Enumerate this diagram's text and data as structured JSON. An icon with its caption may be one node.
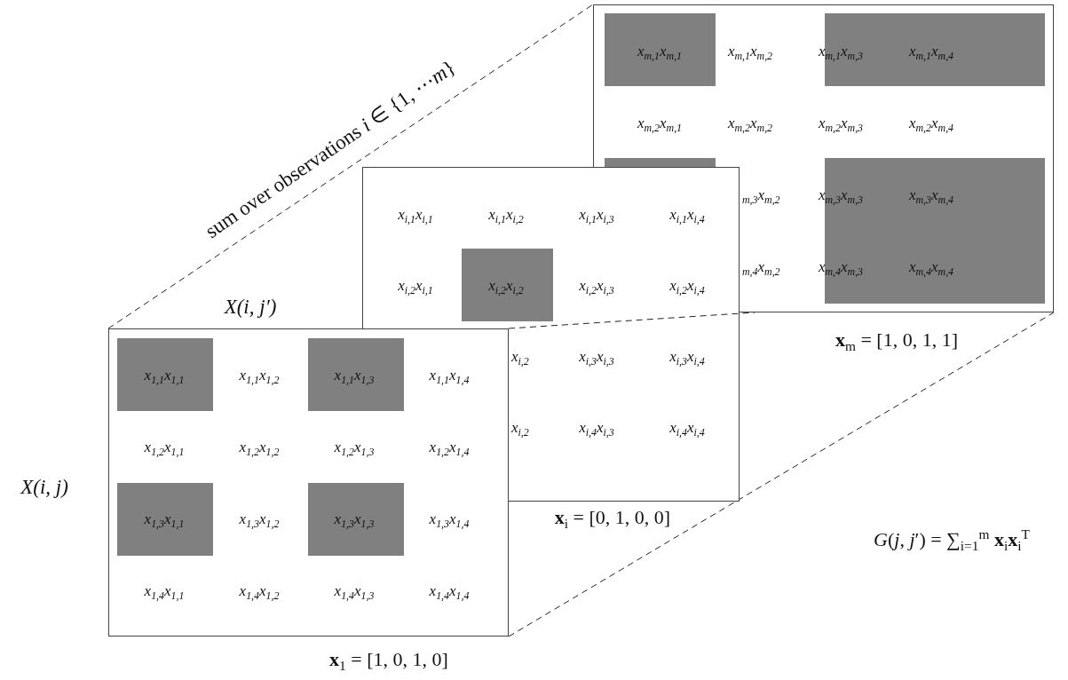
{
  "diagram": {
    "nodes": [
      {
        "text": [
          "**x**$_{m}$ = [1, 0, 1, 1]"
        ]
      },
      {
        "text": [
          "x$_{m,1}$x$_{m,1}$"
        ],
        "in": 0
      },
      {
        "text": [
          "x$_{m,1}$x$_{m,3}$",
          "x$_{m,1}$x$_{m,4}$"
        ],
        "in": 0
      },
      {
        "text": [],
        "shape": "box",
        "in": 0
      },
      {
        "text": [
          "x$_{m,3}$x$_{m,3}$",
          "x$_{m,3}$x$_{m,4}$",
          "x$_{m,4}$x$_{m,3}$",
          "x$_{m,4}$x$_{m,4}$"
        ],
        "in": 0
      },
      {
        "text": [
          "**x**$_{i}$ = [0, 1, 0, 0]"
        ]
      },
      {
        "text": [
          "x$_{i,2}$x$_{i,2}$"
        ],
        "in": 5
      },
      {
        "text": [
          "**x**$_{1}$ = [1, 0, 1, 0]"
        ]
      },
      {
        "text": [
          "x$_{1,1}$x$_{1,1}$"
        ],
        "in": 7
      },
      {
        "text": [
          "x$_{1,1}$x$_{1,3}$"
        ],
        "in": 7
      },
      {
        "text": [
          "x$_{1,3}$x$_{1,1}$"
        ],
        "in": 7
      },
      {
        "text": [
          "x$_{1,3}$x$_{1,3}$"
        ],
        "in": 7
      }
    ],
    "edges": [
      {
        "from": 7,
        "to": 0,
        "arrow": "none",
        "style": "dashed"
      },
      {
        "from": 7,
        "to": 0,
        "arrow": "none",
        "style": "dashed"
      },
      {
        "from": 7,
        "to": 0,
        "arrow": "none",
        "style": "dashed"
      }
    ],
    "labels": [
      "sum over observations *i* ∈ {1, ⋯*m*}",
      "x$_{m,1}$x$_{m,2}$",
      "x$_{m,2}$x$_{m,1}$",
      "x$_{m,2}$x$_{m,2}$",
      "x$_{m,2}$x$_{m,3}$",
      "x$_{m,2}$x$_{m,4}$",
      "$_{m,3}$x$_{m,2}$",
      "$_{m,4}$x$_{m,2}$",
      "X(i, j′)",
      "x$_{i,1}$x$_{i,1}$",
      "x$_{i,1}$x$_{i,2}$",
      "x$_{i,1}$x$_{i,3}$",
      "x$_{i,1}$x$_{i,4}$",
      "x$_{i,2}$x$_{i,1}$",
      "x$_{i,2}$x$_{i,3}$",
      "x$_{i,2}$x$_{i,4}$",
      "x$_{i,2}$",
      "x$_{i,3}$x$_{i,3}$",
      "x$_{i,3}$x$_{i,4}$",
      "x$_{i,2}$",
      "x$_{i,4}$x$_{i,3}$",
      "x$_{i,4}$x$_{i,4}$",
      "x$_{1,1}$x$_{1,2}$",
      "x$_{1,1}$x$_{1,4}$",
      "x$_{1,2}$x$_{1,1}$",
      "x$_{1,2}$x$_{1,2}$",
      "x$_{1,2}$x$_{1,3}$",
      "x$_{1,2}$x$_{1,4}$",
      "x$_{1,3}$x$_{1,2}$",
      "x$_{1,3}$x$_{1,4}$",
      "x$_{1,4}$x$_{1,1}$",
      "x$_{1,4}$x$_{1,2}$",
      "x$_{1,4}$x$_{1,3}$",
      "x$_{1,4}$x$_{1,4}$",
      "X(i, j)",
      "*G*(*j*, *j*′) = ∑$_{i=1}$$^{m}$ **x**$_{i}$**x**$_{i}$$^{T}$"
    ]
  }
}
